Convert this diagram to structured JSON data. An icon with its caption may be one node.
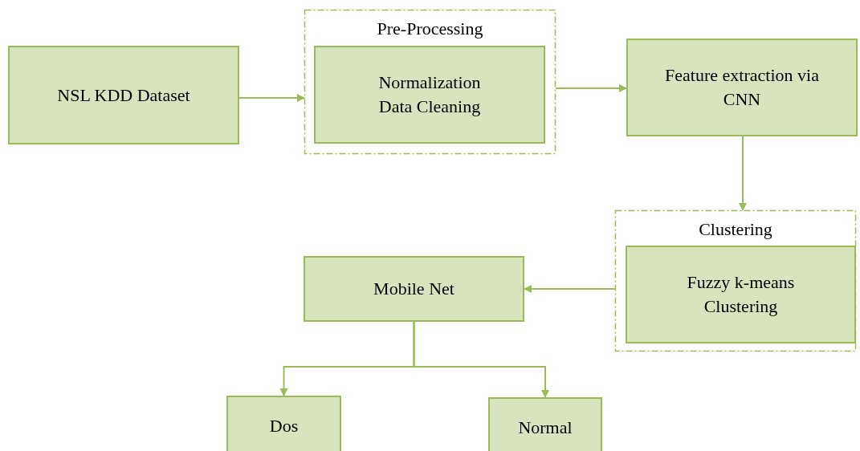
{
  "diagram": {
    "nodes": [
      {
        "text": [
          "NSL KDD Dataset"
        ]
      },
      {
        "text": [
          "Pre-Processing"
        ]
      },
      {
        "text": [
          "Normalization",
          "Data Cleaning"
        ],
        "in": 1
      },
      {
        "text": [
          "Feature extraction via CNN"
        ]
      },
      {
        "text": [
          "Clustering"
        ]
      },
      {
        "text": [
          "Fuzzy k-means Clustering"
        ],
        "in": 4
      },
      {
        "text": [
          "Mobile Net"
        ]
      },
      {
        "text": [
          "Dos"
        ]
      },
      {
        "text": [
          "Normal"
        ]
      }
    ],
    "edges": [
      {
        "from": 0,
        "to": 1,
        "arrow": "to"
      },
      {
        "from": 1,
        "to": 3,
        "arrow": "to"
      },
      {
        "from": 3,
        "to": 4,
        "arrow": "to"
      },
      {
        "from": 4,
        "to": 6,
        "arrow": "to"
      },
      {
        "from": 6,
        "to": 7,
        "arrow": "to"
      },
      {
        "from": 6,
        "to": 8,
        "arrow": "to"
      }
    ]
  }
}
